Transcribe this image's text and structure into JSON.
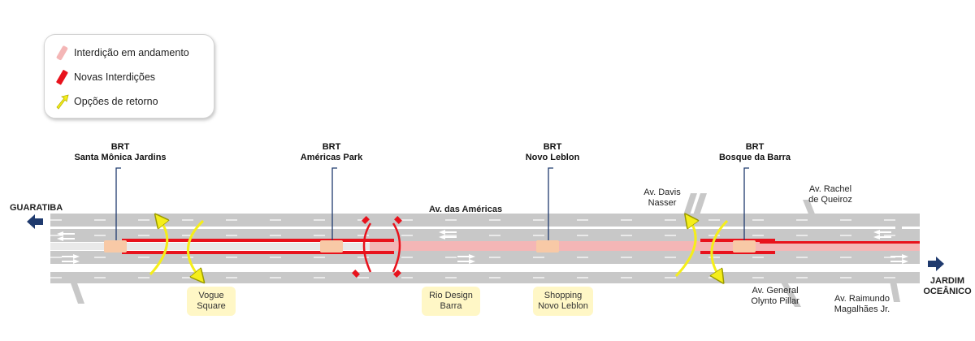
{
  "legend": {
    "items": [
      {
        "label": "Interdição em andamento",
        "icon": "pink-bar-icon",
        "color": "#f4b6b6"
      },
      {
        "label": "Novas Interdições",
        "icon": "red-bar-icon",
        "color": "#e8121c"
      },
      {
        "label": "Opções de retorno",
        "icon": "yellow-arrow-icon",
        "color": "#f5ee1a"
      }
    ]
  },
  "stations": [
    {
      "line1": "BRT",
      "line2": "Santa Mônica Jardins"
    },
    {
      "line1": "BRT",
      "line2": "Américas Park"
    },
    {
      "line1": "BRT",
      "line2": "Novo Leblon"
    },
    {
      "line1": "BRT",
      "line2": "Bosque da Barra"
    }
  ],
  "destinations": {
    "west": "GUARATIBA",
    "east_line1": "JARDIM",
    "east_line2": "OCEÂNICO"
  },
  "road_name": "Av. das Américas",
  "cross_streets": [
    {
      "line1": "Av. Davis",
      "line2": "Nasser"
    },
    {
      "line1": "Av. Rachel",
      "line2": "de Queiroz"
    },
    {
      "line1": "Av. General",
      "line2": "Olynto Pillar"
    },
    {
      "line1": "Av. Raimundo",
      "line2": "Magalhães Jr."
    }
  ],
  "pois": [
    {
      "line1": "Vogue",
      "line2": "Square"
    },
    {
      "line1": "Rio Design",
      "line2": "Barra"
    },
    {
      "line1": "Shopping",
      "line2": "Novo Leblon"
    }
  ],
  "colors": {
    "road": "#c8c8c8",
    "lane_marking": "#ffffff",
    "closure_ongoing": "#f4b6b6",
    "closure_new": "#e8121c",
    "return_arrow": "#f5ee1a",
    "station": "#f8c9a6",
    "direction_arrow": "#1f3a6e",
    "pin": "#1f3a6e"
  }
}
